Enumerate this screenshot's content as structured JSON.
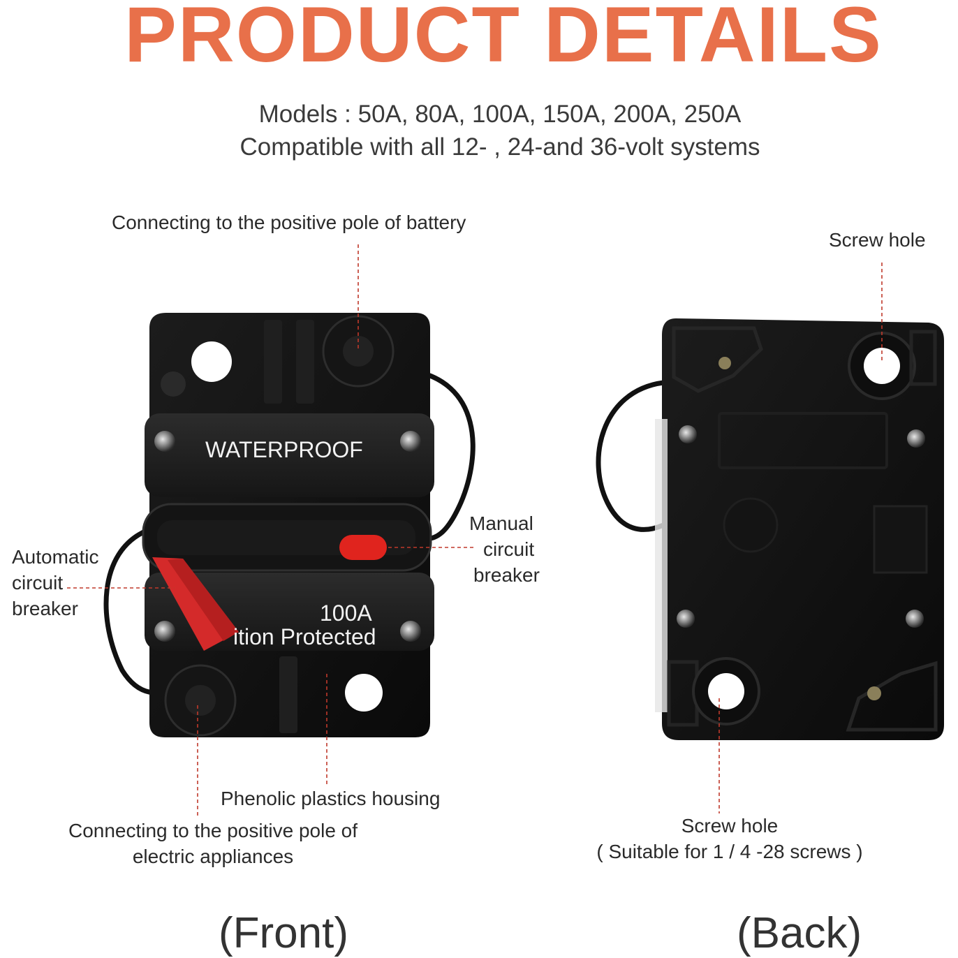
{
  "header": {
    "title": "PRODUCT DETAILS",
    "models_line": "Models : 50A,  80A, 100A, 150A, 200A, 250A",
    "compat_line": "Compatible with all 12- , 24-and 36-volt systems"
  },
  "colors": {
    "title": "#E8704A",
    "leader_line": "#C0392B",
    "body": "#141414",
    "reset_lever": "#D42A2A",
    "manual_button": "#E0241E"
  },
  "front": {
    "label": "(Front)",
    "product_print": {
      "waterproof": "WATERPROOF",
      "rating": "100A",
      "ignition": "ition Protected"
    },
    "callouts": {
      "battery": "Connecting to the positive pole of battery",
      "manual": [
        "Manual",
        "circuit",
        "breaker"
      ],
      "automatic": [
        "Automatic",
        "circuit",
        "breaker"
      ],
      "housing": "Phenolic plastics housing",
      "appliances": [
        "Connecting to the positive pole of",
        "electric appliances"
      ]
    }
  },
  "back": {
    "label": "(Back)",
    "callouts": {
      "screw_top": "Screw hole",
      "screw_bottom": [
        "Screw hole",
        "( Suitable for 1 / 4 -28 screws )"
      ]
    }
  }
}
